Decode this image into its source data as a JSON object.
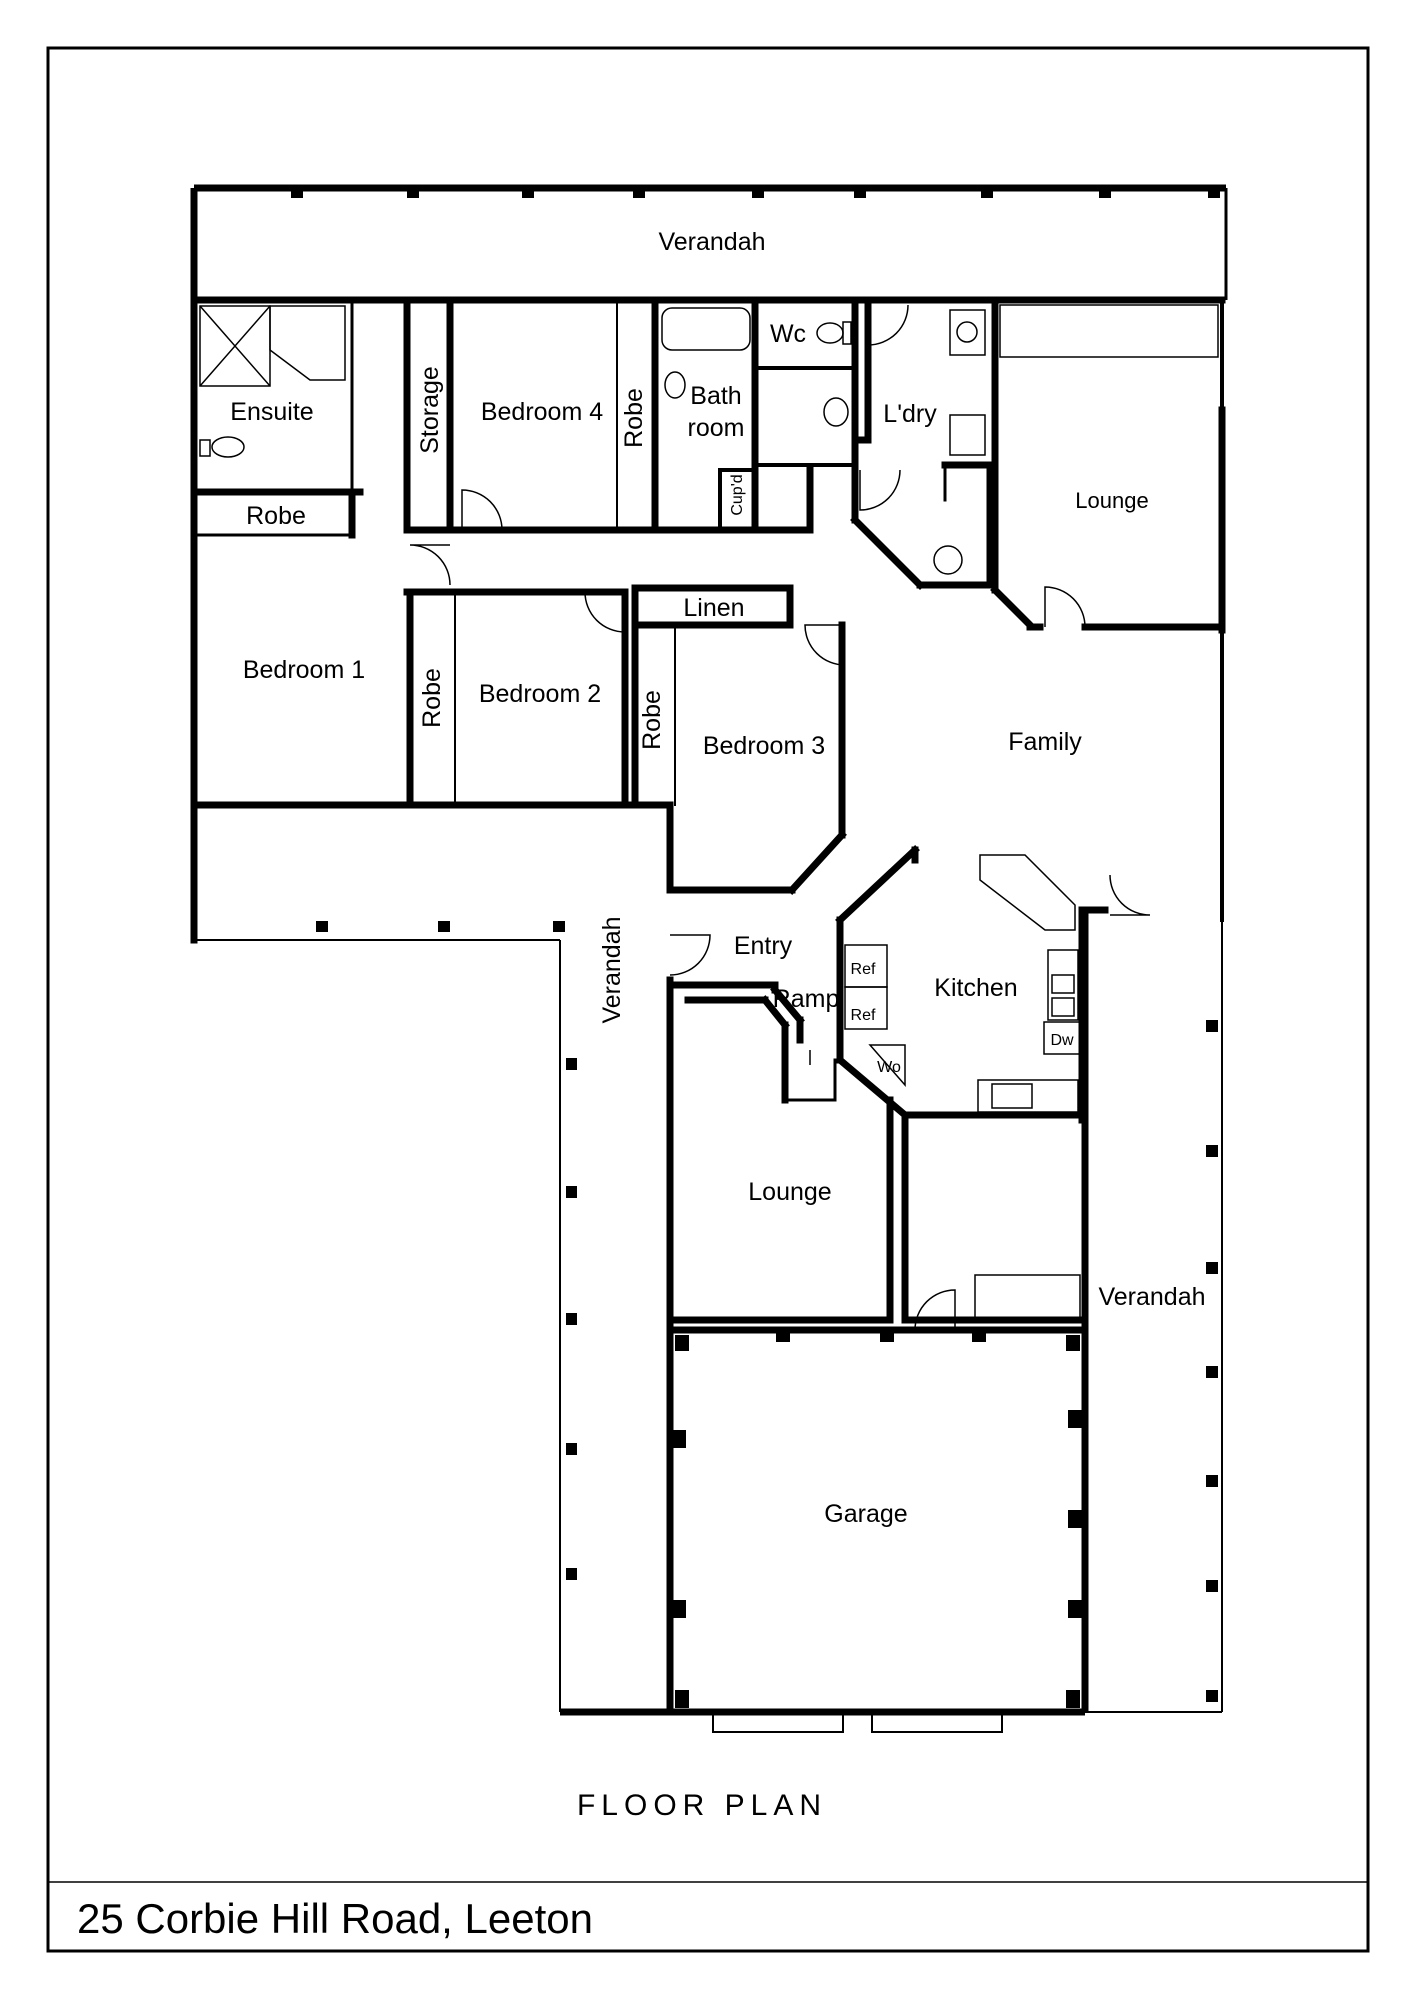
{
  "caption": "FLOOR PLAN",
  "address": "25 Corbie Hill Road, Leeton",
  "rooms": {
    "verandah_top": "Verandah",
    "ensuite": "Ensuite",
    "storage": "Storage",
    "bedroom4": "Bedroom 4",
    "robe_b4": "Robe",
    "bath_line1": "Bath",
    "bath_line2": "room",
    "wc": "Wc",
    "cupd": "Cup'd",
    "laundry": "L'dry",
    "lounge_top": "Lounge",
    "robe_ensuite": "Robe",
    "bedroom1": "Bedroom 1",
    "linen": "Linen",
    "robe_b2": "Robe",
    "bedroom2": "Bedroom 2",
    "robe_b3": "Robe",
    "bedroom3": "Bedroom 3",
    "family": "Family",
    "verandah_left": "Verandah",
    "entry": "Entry",
    "ramp": "Ramp",
    "kitchen": "Kitchen",
    "ref1": "Ref",
    "ref2": "Ref",
    "wo": "Wo",
    "dw": "Dw",
    "lounge_bottom": "Lounge",
    "verandah_right": "Verandah",
    "garage": "Garage"
  },
  "colors": {
    "wall": "#000000",
    "thin": "#555555",
    "background": "#ffffff"
  }
}
